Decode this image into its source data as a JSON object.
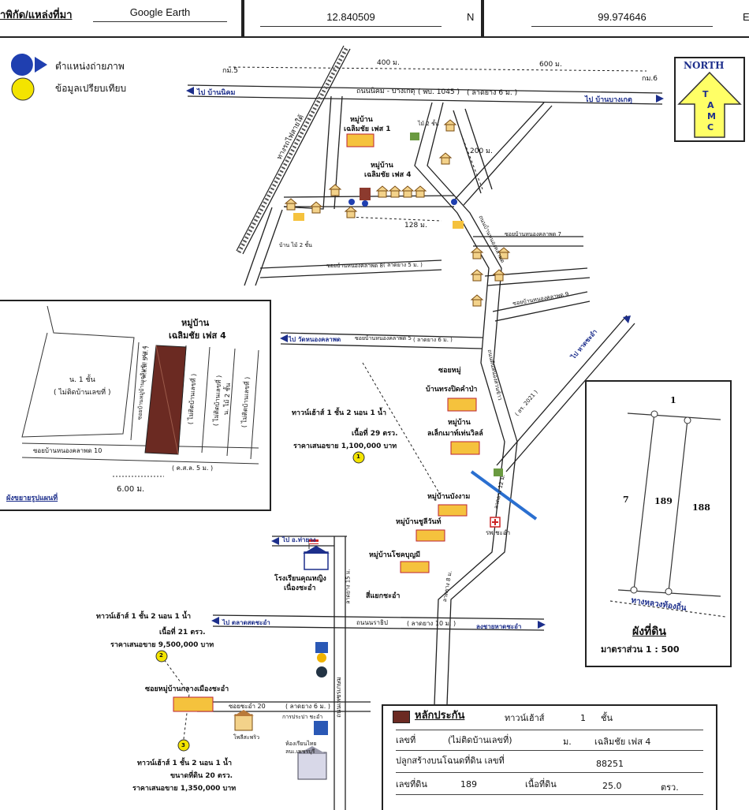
{
  "header": {
    "source_label": "ำพิกัด/แหล่งที่มา",
    "source_value": "Google Earth",
    "lat": "12.840509",
    "lat_dir": "N",
    "lon": "99.974646",
    "lon_dir": "E"
  },
  "legend": {
    "photo_position": "ตำแหน่งถ่ายภาพ",
    "comparison": "ข้อมูลเปรียบเทียบ"
  },
  "colors": {
    "photo_marker": "#1f3fb0",
    "comparison_marker": "#f3e400",
    "collateral": "#6b2a22",
    "north_arrow": "#ffff66",
    "road_arrow": "#1d2f8c"
  },
  "north": {
    "label": "NORTH",
    "letters": [
      "T",
      "A",
      "M",
      "C"
    ]
  },
  "map": {
    "dist_400": "400 ม.",
    "dist_600": "600 ม.",
    "km5": "กม.5",
    "km6": "กม.6",
    "to_ban_nikhom": "ไป บ้านนิคม",
    "main_road": "ถนนนิคม - บางเกตุ",
    "main_road_code": "( พบ. 1045 )",
    "main_road_surface": "( ลาดยาง 6 ม. )",
    "to_ban_bang_ket": "ไป บ้านบางเกตุ",
    "railway": "ทางรถไฟสายใต้",
    "village_1_a": "หมู่บ้าน",
    "village_1_b": "เฉลิมชัย เฟส 1",
    "village_4_a": "หมู่บ้าน",
    "village_4_b": "เฉลิมชัย เฟส 4",
    "house_wood_2": "ไม้ 2 ชั้น",
    "dist_200": "200 ม.",
    "dist_128": "128 ม.",
    "road_nong_khla_7": "ซอยบ้านหนองคลาพด 7",
    "road_nong_khla_8": "ซอยบ้านหนองคลาพด 8",
    "road_nong_khla_9": "ซอยบ้านหนองคลาพด 9",
    "to_wat_nong_khla": "ไป วัดหนองคลาพด",
    "road_nong_khla_5": "ซอยบ้านหนองคลาพด 5",
    "paved_6": "( ลาดยาง 6 ม. )",
    "paved_5": "( ลาดยาง 5 ม. )",
    "to_hat_cha_am": "ไป หาดชะอำ",
    "road_sor_2021": "( สร. 2021 )",
    "road_yang_kao": "ถนนต้นหนองสวนข้าว",
    "road_nong_khla": "ถนนบ้านหนองคลาพด",
    "soi_moo_ban": "ซอยหมู่",
    "ban_thung": "บ้านทรงปิดคำป่า",
    "village_a": "หมู่บ้าน",
    "village_leck": "ลเล็กเมาท์เท่นวิลล์",
    "comp1_title": "ทาวน์เฮ้าส์ 1 ชั้น 2 นอน 1 น้ำ",
    "comp1_area": "เนื้อที่ 29 ตรว.",
    "comp1_price": "ราคาเสนอขาย 1,100,000 บาท",
    "village_wang_ngam": "หมู่บ้านบังงาม",
    "village_chuwan": "หมู่บ้านชูลีวันท์",
    "village_chokboon": "หมู่บ้านโชคบุญมี",
    "hospital": "รพ.ชะอำ",
    "to_cha_am": "ไป อ.ท่ายาง",
    "school_a": "โรงเรียนคุณหญิง",
    "school_b": "เนื่องชะอำ",
    "junction": "สี่แยกชะอำ",
    "to_market": "ไป ตลาดสดชะอำ",
    "road_narathip": "ถนนนราธิป",
    "road_narathip_surface": "( ลาดยาง 10 ม. )",
    "to_beach": "ลงชายหาดชะอำ",
    "phetkasem_road": "ถนนเพชรเกษม",
    "comp2_title": "ทาวน์เฮ้าส์ 1 ชั้น 2 นอน 1 น้ำ",
    "comp2_area": "เนื้อที่ 21 ตรว.",
    "comp2_price": "ราคาเสนอขาย 9,500,000 บาท",
    "soi_village_center": "ซอยหมู่บ้านกลางเมืองชะอำ",
    "soi_cha_am_20": "ซอยชะอำ 20",
    "paved_6b": "( ลาดยาง 6 ม. )",
    "water_office": "การประปา ชะอำ",
    "police": "โพลีสะพริว",
    "district_office_a": "ห้องเรียนไทย",
    "district_office_b": "ลนเ.เพชรบุรี",
    "comp3_title": "ทาวน์เฮ้าส์ 1 ชั้น 2 นอน 1 น้ำ",
    "comp3_area": "ขนาดที่ดิน 20 ตรว.",
    "comp3_price": "ราคาเสนอขาย 1,350,000 บาท",
    "comp_no_1": "1",
    "comp_no_2": "2",
    "comp_no_3": "3",
    "wood_house": "บ้าน ไม้ 2 ชั้น",
    "paved_5b": "( ลาดยาง 5 ม. )",
    "paved_12": "ลาดยาง 12 ม.",
    "paved_8": "ลาดยาง 8 ม.",
    "paved_15": "ลาดยาง 15 ม."
  },
  "inset_plan": {
    "title_a": "หมู่บ้าน",
    "title_b": "เฉลิมชัย เฟส 4",
    "left_plot_a": "น. 1 ชั้น",
    "left_plot_b": "( ไม่ติดบ้านเลขที่ )",
    "road_soi": "ซอยบ้านหมู่บ้านเฉลิมชัย เฟส 4",
    "road_soi_2": "( ค.ส.ล. 5 ม. )",
    "unit_1": "( ไม่ติดบ้านเลขที่ )",
    "unit_2": "( ไม่ติดบ้านเลขที่ )",
    "unit_3_a": "น. ไม้ 2 ชั้น",
    "unit_3_b": "( ไม่ติดบ้านเลขที่ )",
    "bottom_road": "ซอยบ้านหนองคลาพด 10",
    "bottom_road_2": "( ค.ส.ล. 5 ม. )",
    "width": "6.00 ม.",
    "caption": "ผังขยายรูปแผนที่"
  },
  "land_plan": {
    "top": "1",
    "left": "7",
    "center": "189",
    "right": "188",
    "road": "ทางหลวงท้องถิ่น",
    "caption": "ผังที่ดิน",
    "scale": "มาตราส่วน 1 : 500"
  },
  "collateral": {
    "title": "หลักประกัน",
    "type_label": "ทาวน์เฮ้าส์",
    "floors": "1",
    "floors_unit": "ชั้น",
    "no_label": "เลขที่",
    "no_value": "(ไม่ติดบ้านเลขที่)",
    "moo_label": "ม.",
    "village": "เฉลิมชัย เฟส 4",
    "built_on": "ปลูกสร้างบนโฉนดที่ดิน เลขที่",
    "deed_no": "88251",
    "land_no_label": "เลขที่ดิน",
    "land_no": "189",
    "area_label": "เนื้อที่ดิน",
    "area_value": "25.0",
    "area_unit": "ตรว."
  }
}
